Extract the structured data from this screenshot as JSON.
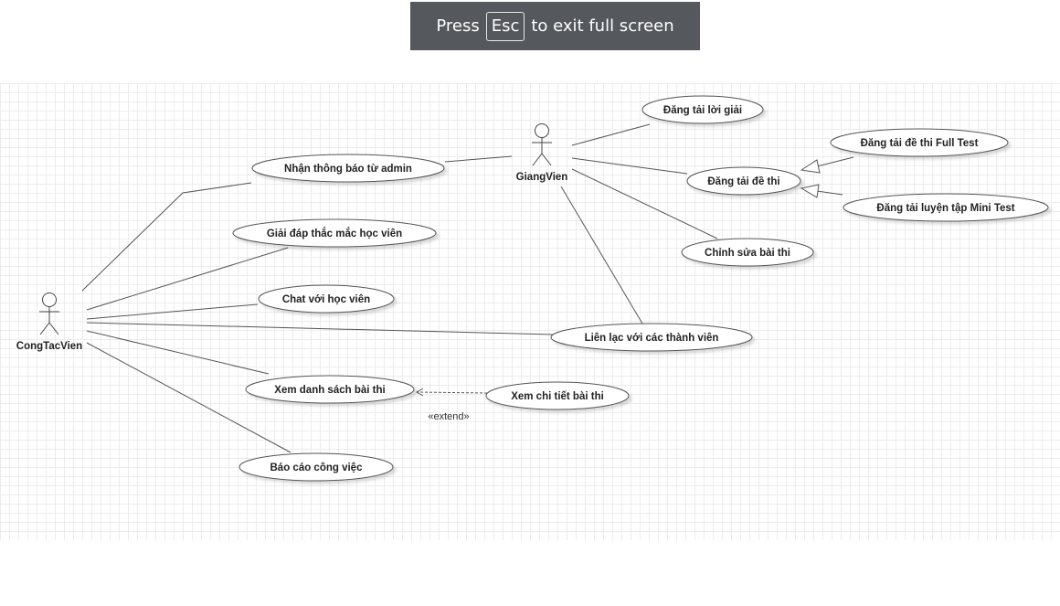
{
  "fullscreen_notice": {
    "press": "Press",
    "key": "Esc",
    "rest": "to exit full screen"
  },
  "actors": {
    "cong_tac_vien": "CongTacVien",
    "giang_vien": "GiangVien"
  },
  "use_cases": {
    "nhan_thong_bao": "Nhận thông báo từ admin",
    "giai_dap": "Giải đáp thắc mắc học viên",
    "chat": "Chat với học viên",
    "lien_lac": "Liên lạc với các thành viên",
    "xem_danh_sach": "Xem danh sách bài thi",
    "xem_chi_tiet": "Xem chi tiết bài thi",
    "bao_cao": "Báo cáo công việc",
    "dang_tai_loi_giai": "Đăng tải lời giải",
    "dang_tai_de_thi": "Đăng tải đề thi",
    "dang_tai_full_test": "Đăng tải đề thi Full Test",
    "dang_tai_mini_test": "Đăng tải luyện tập Mini Test",
    "chinh_sua": "Chỉnh sửa bài thi"
  },
  "relations": {
    "extend_label": "«extend»"
  },
  "colors": {
    "banner_bg": "#55585c",
    "line": "#555555",
    "grid": "#ececec"
  }
}
